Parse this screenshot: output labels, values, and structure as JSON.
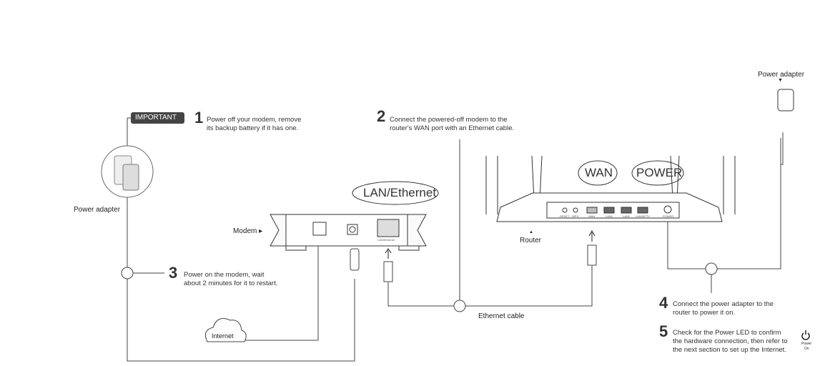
{
  "important": "IMPORTANT",
  "steps": [
    {
      "num": "1",
      "line1": "Power off your modem, remove",
      "line2": "its backup battery if it has one."
    },
    {
      "num": "2",
      "line1": "Connect the powered-off modem to the",
      "line2": "router's WAN port with an Ethernet cable."
    },
    {
      "num": "3",
      "line1": "Power on the modem, wait",
      "line2": "about 2 minutes for it to restart."
    },
    {
      "num": "4",
      "line1": "Connect the power adapter to the",
      "line2": "router to power it on."
    },
    {
      "num": "5",
      "line1": "Check for the Power LED to confirm",
      "line2": "the hardware connection, then refer to",
      "line3": "the next section to set up the Internet."
    }
  ],
  "labels": {
    "power_adapter_left": "Power adapter",
    "power_adapter_right": "Power adapter",
    "modem": "Modem ▸",
    "router": "Router",
    "ethernet_cable": "Ethernet cable",
    "internet": "Internet",
    "power_on_line1": "Power",
    "power_on_line2": "On"
  },
  "bubbles": {
    "lan": "LAN/Ethernet",
    "wan": "WAN",
    "power": "POWER"
  },
  "modem_port": "LAN/Ethernet",
  "router_ports": [
    "RESET",
    "WPS",
    "WAN",
    "LAN1",
    "LAN2",
    "LAN3/IPTV",
    "POWER"
  ]
}
